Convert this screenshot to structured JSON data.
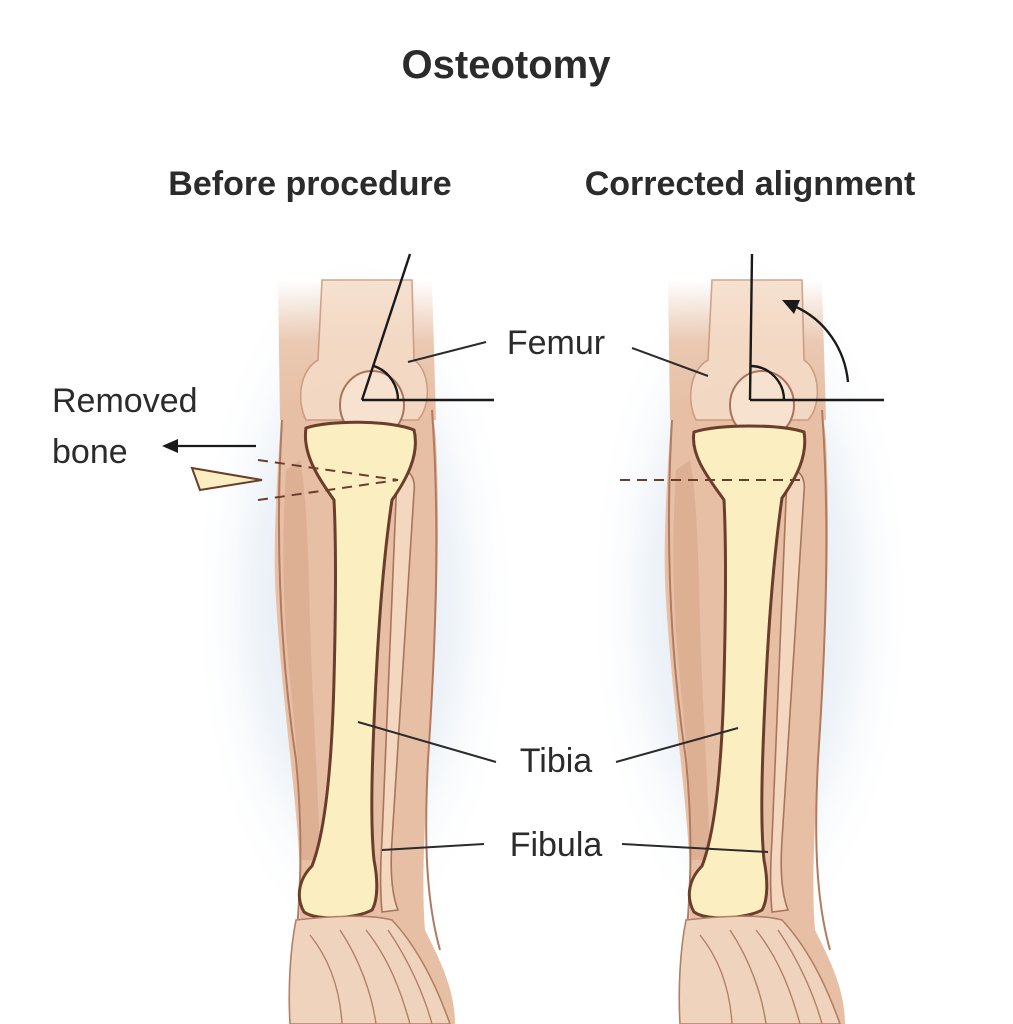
{
  "title": "Osteotomy",
  "panels": {
    "before": {
      "heading": "Before procedure"
    },
    "after": {
      "heading": "Corrected alignment"
    }
  },
  "labels": {
    "removed_line1": "Removed",
    "removed_line2": "bone",
    "femur": "Femur",
    "tibia": "Tibia",
    "fibula": "Fibula"
  },
  "colors": {
    "skin": "#e7bfa4",
    "tibia_bone": "#fbeec0",
    "bone_outline": "#6b3d2b",
    "glow": "#c9d8e8",
    "text": "#2b2b2b"
  }
}
